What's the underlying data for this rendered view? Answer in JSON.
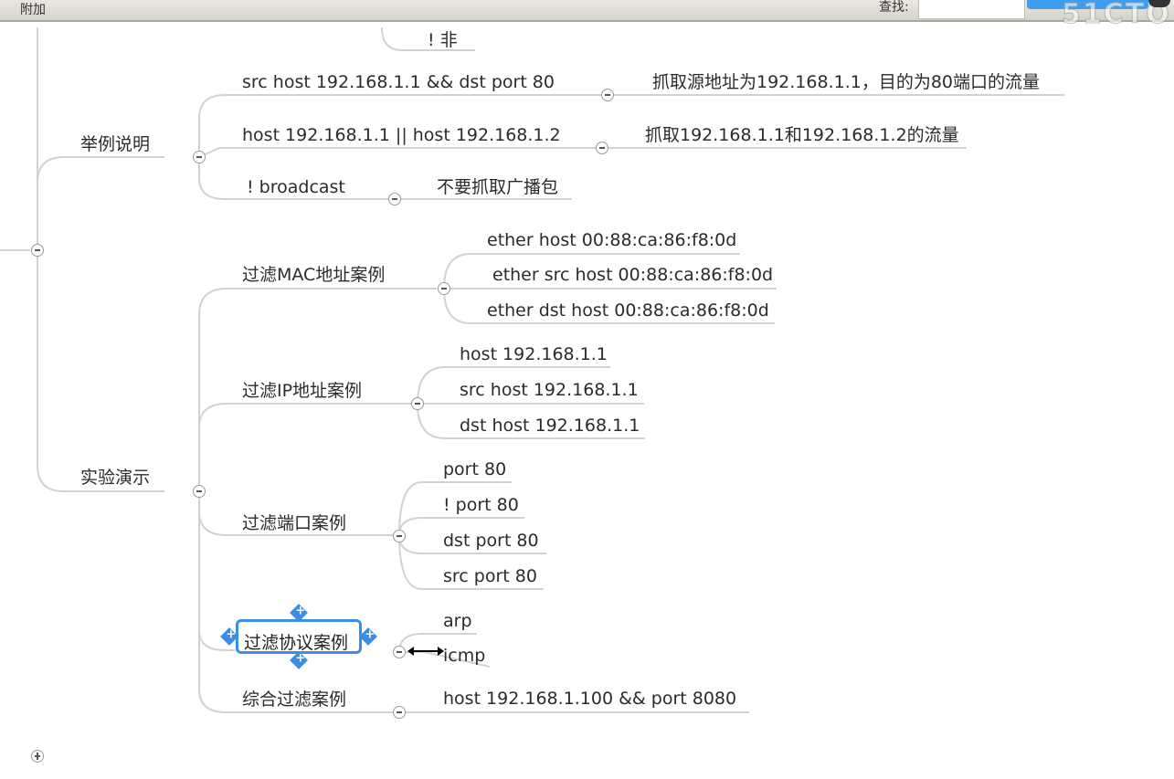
{
  "topbar": {
    "menu_label": "附加",
    "search_label": "查找:",
    "watermark": "51CTO"
  },
  "mindmap": {
    "top_partial": "! 非",
    "examples": {
      "label": "举例说明",
      "items": [
        {
          "code": "src host 192.168.1.1 && dst port 80",
          "desc": "抓取源地址为192.168.1.1，目的为80端口的流量"
        },
        {
          "code": "host 192.168.1.1 || host 192.168.1.2",
          "desc": "抓取192.168.1.1和192.168.1.2的流量"
        },
        {
          "code": "! broadcast",
          "desc": "不要抓取广播包"
        }
      ]
    },
    "demo": {
      "label": "实验演示",
      "mac": {
        "label": "过滤MAC地址案例",
        "items": [
          "ether host 00:88:ca:86:f8:0d",
          "ether src host 00:88:ca:86:f8:0d",
          "ether dst host 00:88:ca:86:f8:0d"
        ]
      },
      "ip": {
        "label": "过滤IP地址案例",
        "items": [
          "host 192.168.1.1",
          "src host 192.168.1.1",
          "dst host 192.168.1.1"
        ]
      },
      "port": {
        "label": "过滤端口案例",
        "items": [
          "port 80",
          "! port 80",
          "dst port 80",
          "src port 80"
        ]
      },
      "protocol": {
        "label": "过滤协议案例",
        "items": [
          "arp",
          "icmp"
        ]
      },
      "combined": {
        "label": "综合过滤案例",
        "items": [
          "host 192.168.1.100 && port 8080"
        ]
      }
    }
  }
}
